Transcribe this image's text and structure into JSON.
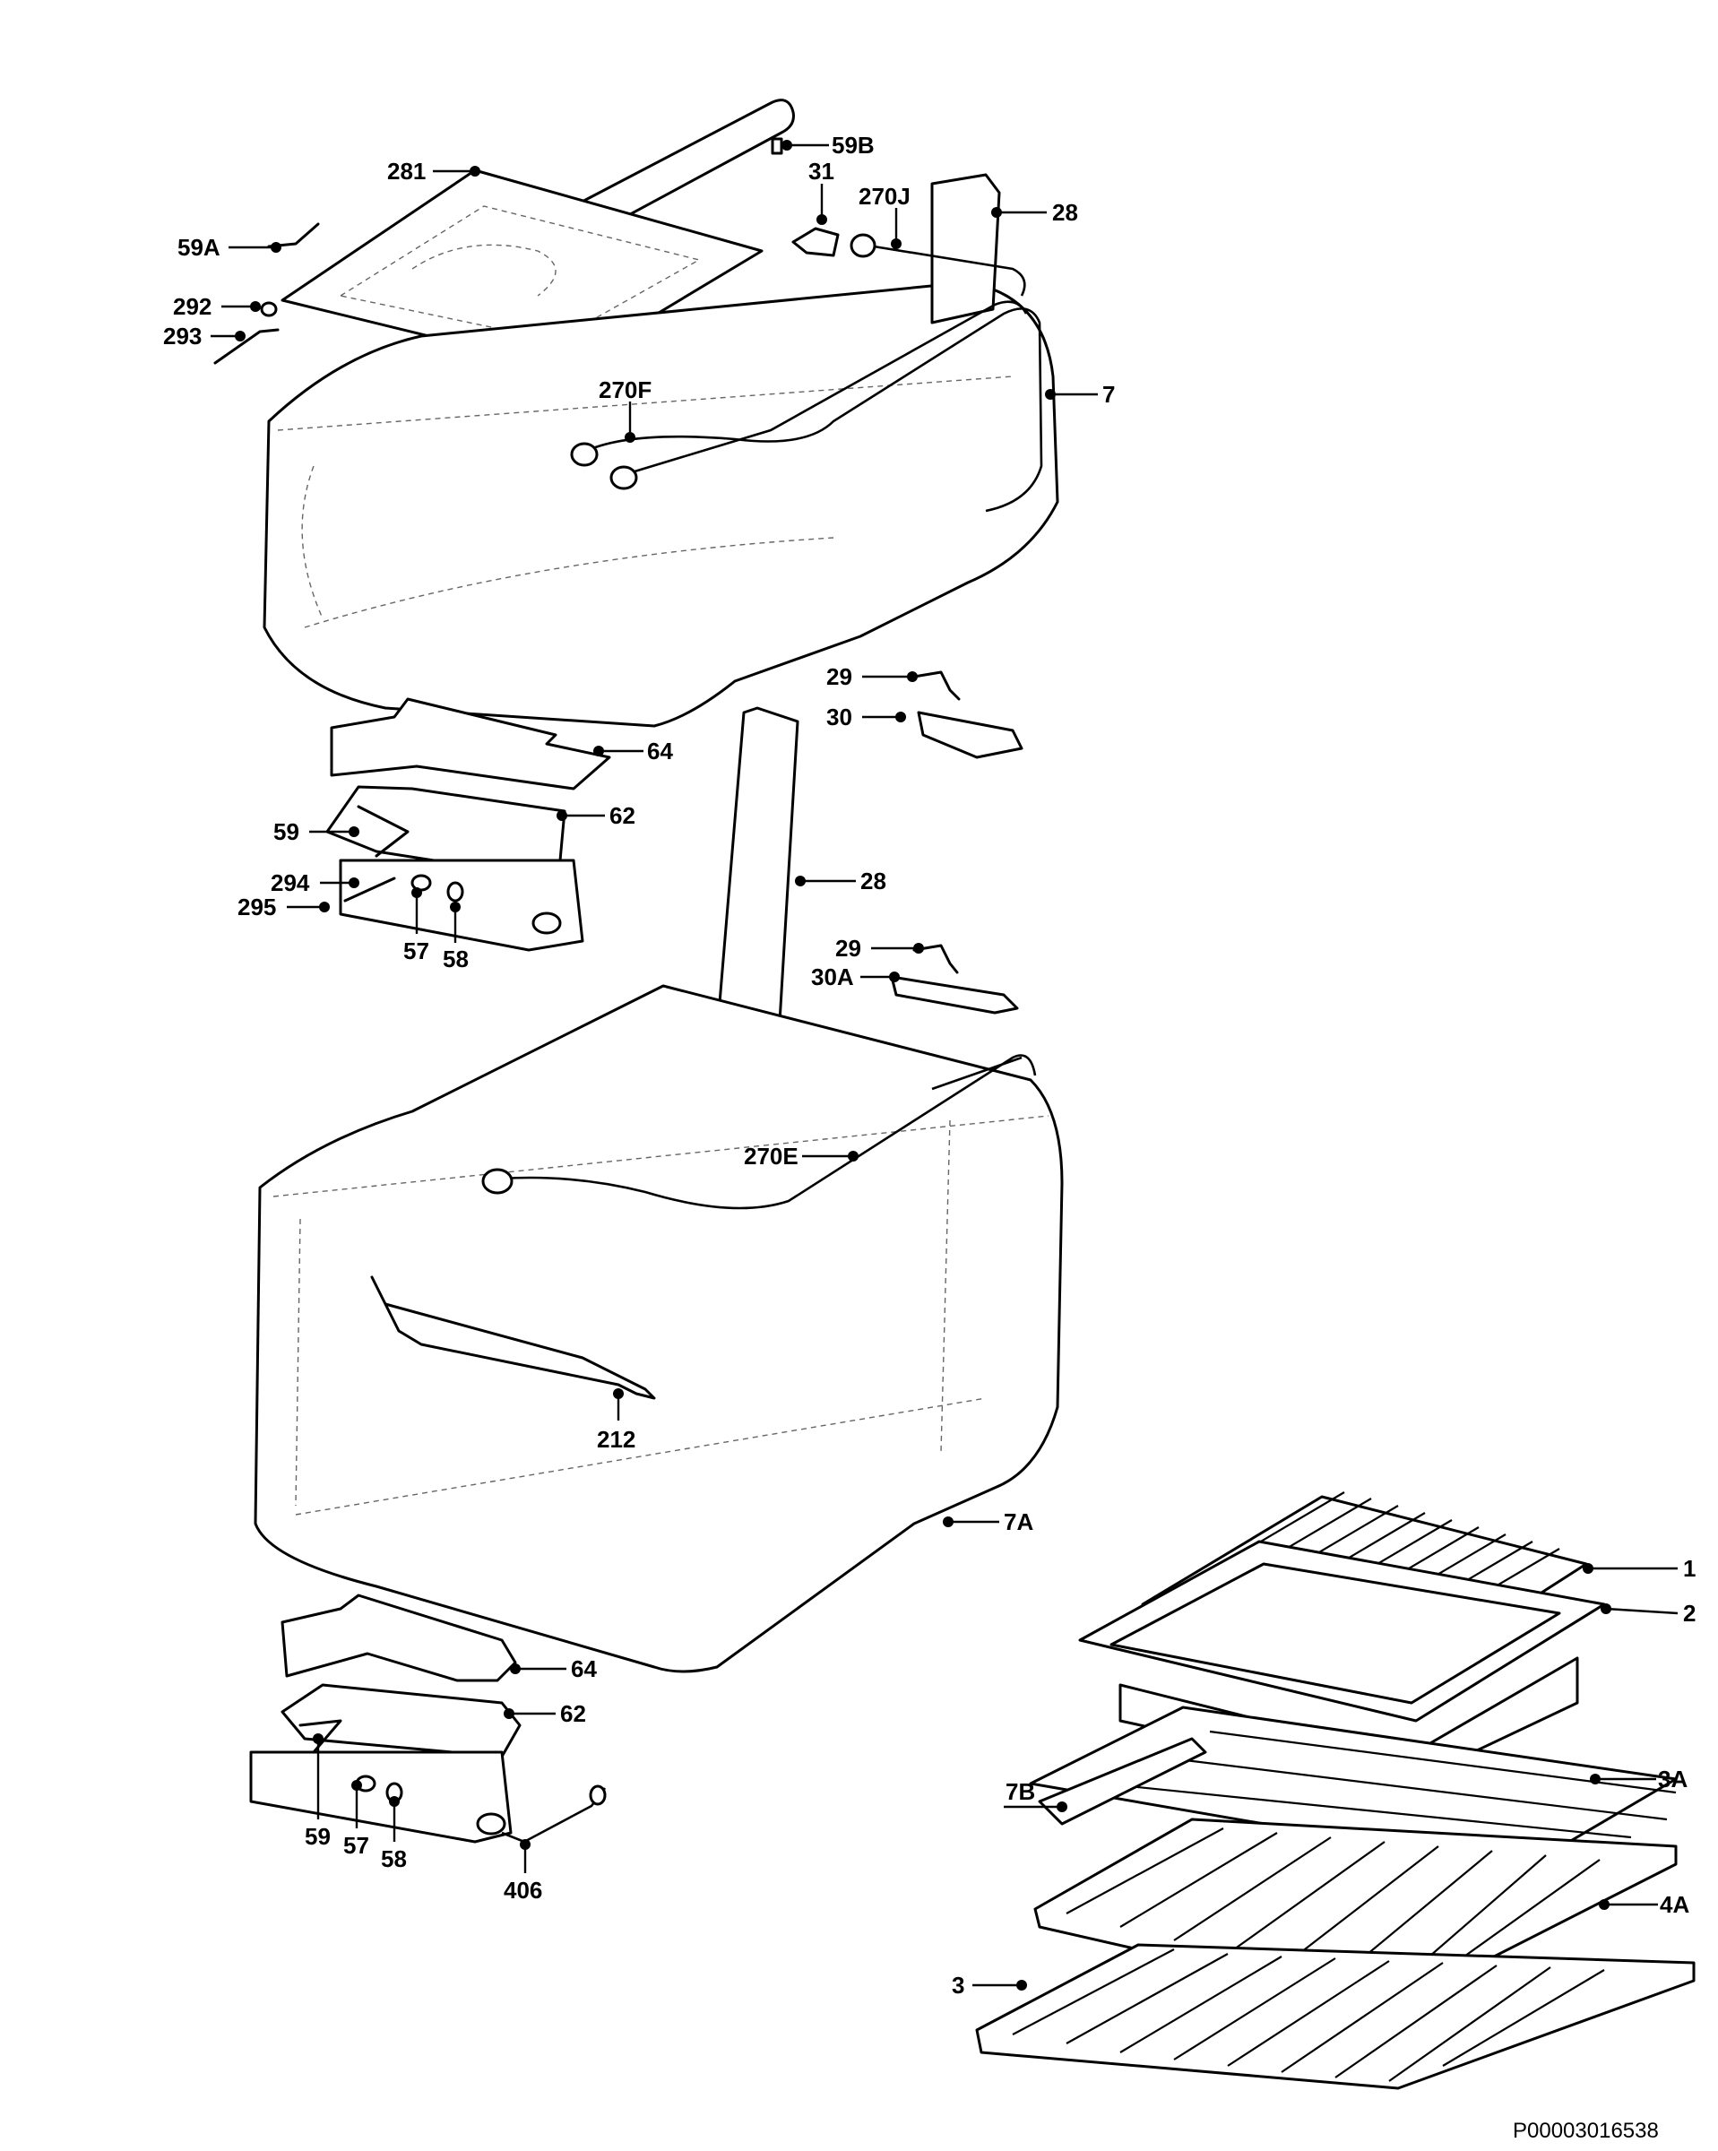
{
  "diagram": {
    "document_code": "P00003016538",
    "labels": [
      "281",
      "59B",
      "31",
      "270J",
      "28",
      "59A",
      "292",
      "293",
      "270F",
      "7",
      "29",
      "30",
      "64",
      "62",
      "59",
      "294",
      "295",
      "57",
      "58",
      "28",
      "29",
      "30A",
      "270E",
      "212",
      "7A",
      "64",
      "62",
      "59",
      "57",
      "58",
      "406",
      "1",
      "2",
      "7B",
      "3A",
      "4A",
      "3"
    ]
  }
}
